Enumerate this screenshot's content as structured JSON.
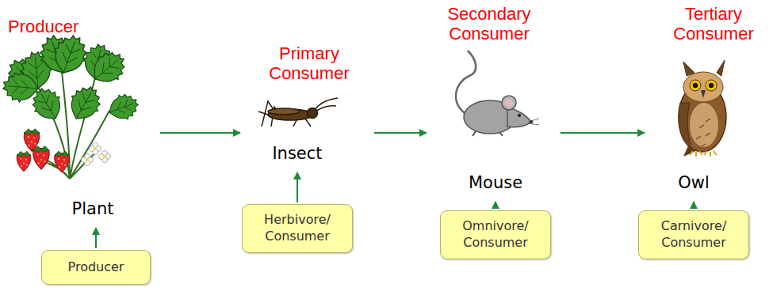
{
  "diagram": {
    "nodes": [
      {
        "text": [
          "Producer",
          "Plant"
        ]
      },
      {
        "text": [
          "Primary Consumer",
          "Insect"
        ]
      },
      {
        "text": [
          "Secondary Consumer",
          "Mouse"
        ]
      },
      {
        "text": [
          "Tertiary Consumer",
          "Owl"
        ]
      },
      {
        "text": [
          "Producer"
        ]
      },
      {
        "text": [
          "Herbivore/ Consumer"
        ]
      },
      {
        "text": [
          "Omnivore/ Consumer"
        ]
      },
      {
        "text": [
          "Carnivore/ Consumer"
        ]
      }
    ],
    "edges": [
      {
        "from": 0,
        "to": 1,
        "arrow": "to"
      },
      {
        "from": 1,
        "to": 2,
        "arrow": "to"
      },
      {
        "from": 2,
        "to": 3,
        "arrow": "to"
      },
      {
        "from": 4,
        "to": 0,
        "arrow": "to"
      },
      {
        "from": 5,
        "to": 1,
        "arrow": "to"
      },
      {
        "from": 6,
        "to": 2,
        "arrow": "to"
      },
      {
        "from": 7,
        "to": 3,
        "arrow": "to"
      }
    ]
  }
}
